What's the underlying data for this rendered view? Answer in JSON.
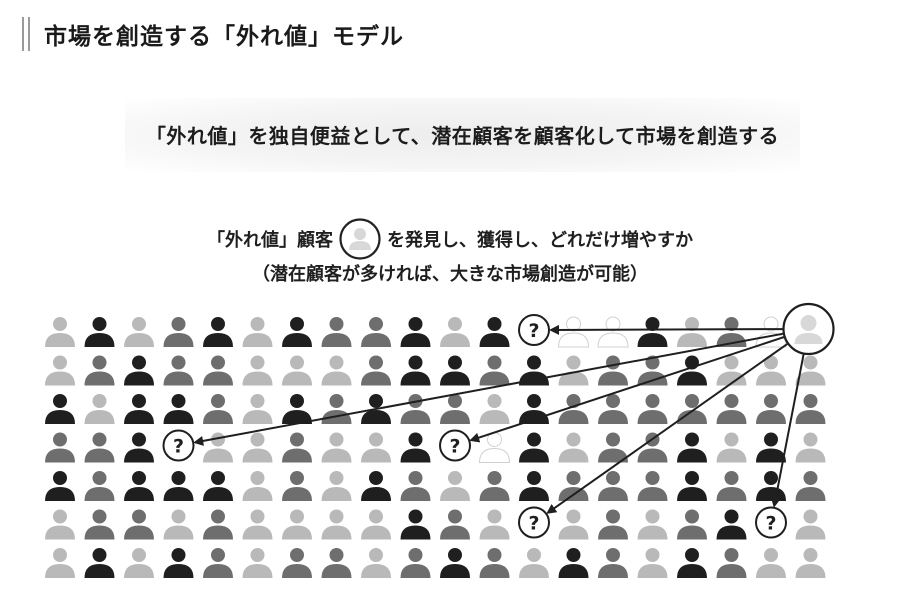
{
  "header": {
    "title": "市場を創造する「外れ値」モデル"
  },
  "banner": {
    "text": "「外れ値」を独自便益として、潜在顧客を顧客化して市場を創造する"
  },
  "description": {
    "line1_before": "「外れ値」顧客",
    "line1_after": "を発見し、獲得し、どれだけ増やすか",
    "line2": "（潜在顧客が多ければ、大きな市場創造が可能）"
  },
  "crowd": {
    "rows": [
      [
        3,
        1,
        3,
        2,
        1,
        3,
        1,
        2,
        2,
        1,
        3,
        1,
        0,
        0,
        0,
        1,
        3,
        2,
        0,
        0
      ],
      [
        3,
        2,
        1,
        2,
        2,
        3,
        3,
        3,
        2,
        1,
        1,
        2,
        1,
        3,
        2,
        2,
        1,
        3,
        3,
        3
      ],
      [
        1,
        3,
        1,
        1,
        2,
        3,
        1,
        2,
        1,
        2,
        2,
        3,
        1,
        2,
        2,
        2,
        2,
        2,
        2,
        2
      ],
      [
        2,
        2,
        1,
        0,
        3,
        3,
        2,
        3,
        3,
        1,
        0,
        0,
        1,
        3,
        2,
        2,
        1,
        3,
        1,
        3
      ],
      [
        1,
        2,
        1,
        1,
        1,
        3,
        2,
        3,
        1,
        2,
        3,
        2,
        1,
        2,
        2,
        2,
        1,
        2,
        1,
        2
      ],
      [
        3,
        2,
        2,
        3,
        2,
        3,
        3,
        3,
        3,
        1,
        2,
        3,
        0,
        3,
        2,
        3,
        2,
        1,
        0,
        3
      ],
      [
        3,
        1,
        3,
        1,
        2,
        3,
        2,
        2,
        3,
        2,
        1,
        2,
        3,
        1,
        2,
        3,
        1,
        2,
        3,
        3
      ]
    ],
    "shades": [
      "#ffffff",
      "#1f1f1f",
      "#6e6e6e",
      "#b9b9b9"
    ],
    "question_mark": "?",
    "arrows_from": "outlier",
    "targets": [
      {
        "row": 0,
        "col": 12
      },
      {
        "row": 3,
        "col": 3
      },
      {
        "row": 3,
        "col": 10
      },
      {
        "row": 5,
        "col": 12
      },
      {
        "row": 5,
        "col": 18
      }
    ],
    "outlier": {
      "row": 0,
      "col": 19
    }
  }
}
